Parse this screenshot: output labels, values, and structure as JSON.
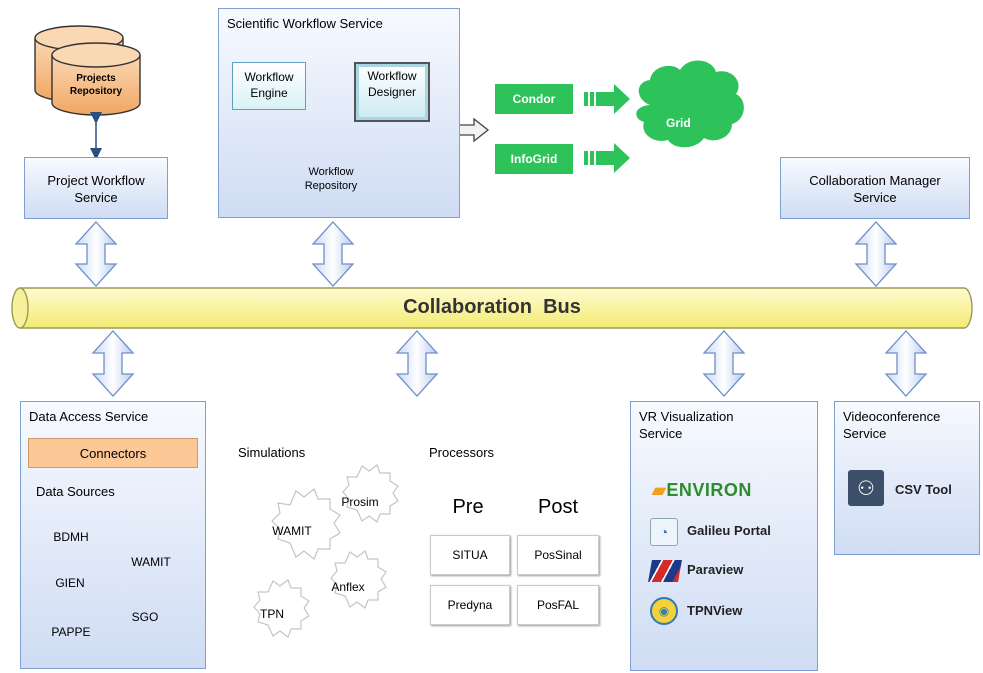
{
  "projects_repository": {
    "label_line1": "Projects",
    "label_line2": "Repository"
  },
  "project_workflow_service": {
    "line1": "Project Workflow",
    "line2": "Service"
  },
  "scientific_workflow": {
    "title": "Scientific Workflow Service",
    "engine": {
      "line1": "Workflow",
      "line2": "Engine"
    },
    "designer": {
      "line1": "Workflow",
      "line2": "Designer"
    },
    "repository": {
      "line1": "Workflow",
      "line2": "Repository"
    }
  },
  "grid_resources": {
    "title_line1": "Grid Resources",
    "title_line2": "Management Systems",
    "condor": "Condor",
    "infogrid": "InfoGrid",
    "grid": "Grid"
  },
  "collaboration_manager": {
    "line1": "Collaboration Manager",
    "line2": "Service"
  },
  "bus": {
    "label": "Collaboration  Bus"
  },
  "data_access": {
    "title": "Data Access Service",
    "connectors": "Connectors",
    "data_sources": "Data Sources",
    "sources": [
      "BDMH",
      "WAMIT",
      "GIEN",
      "SGO",
      "PAPPE"
    ]
  },
  "engineering": {
    "title": "Engineering Simulations Service",
    "simulations_title": "Simulations",
    "gears": [
      "WAMIT",
      "Prosim",
      "Anflex",
      "TPN"
    ],
    "processors_title": "Processors",
    "pre": "Pre",
    "post": "Post",
    "pre_items": [
      "SITUA",
      "Predyna"
    ],
    "post_items": [
      "PosSinal",
      "PosFAL"
    ]
  },
  "vr": {
    "title_line1": "VR Visualization",
    "title_line2": "Service",
    "environ": "ENVIRON",
    "tools": [
      "Galileu Portal",
      "Paraview",
      "TPNView"
    ]
  },
  "videoconference": {
    "title_line1": "Videoconference",
    "title_line2": "Service",
    "tool": "CSV Tool"
  },
  "colors": {
    "service_border": "#7f9fd0",
    "bus_fill": "#fbf6a6",
    "grid_panel": "#e3f5c8",
    "green_button": "#2ec35a",
    "data_orange": "#fbc896",
    "processors_green": "#a7f59c",
    "simulations_gray": "#d5d5d5"
  }
}
